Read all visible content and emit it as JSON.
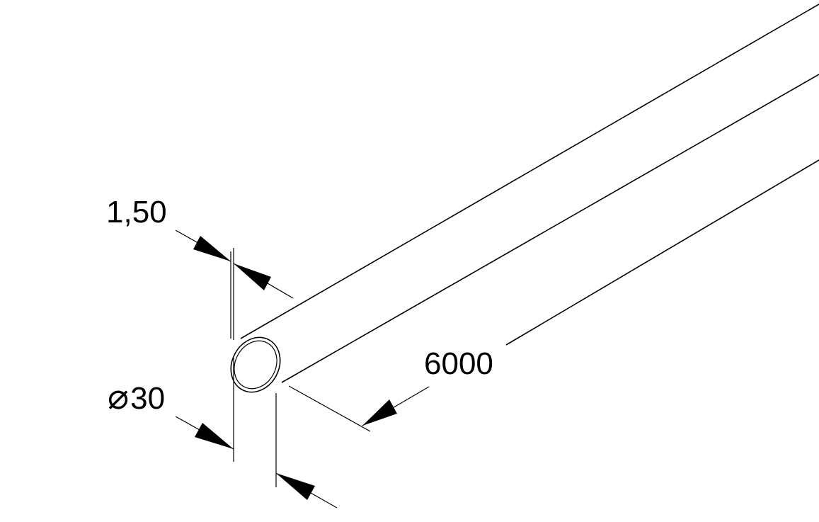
{
  "dimensions": {
    "wall_thickness": "1,50",
    "diameter_symbol": "⌀",
    "diameter": "30",
    "length": "6000"
  },
  "colors": {
    "line": "#000000",
    "background": "#ffffff"
  }
}
